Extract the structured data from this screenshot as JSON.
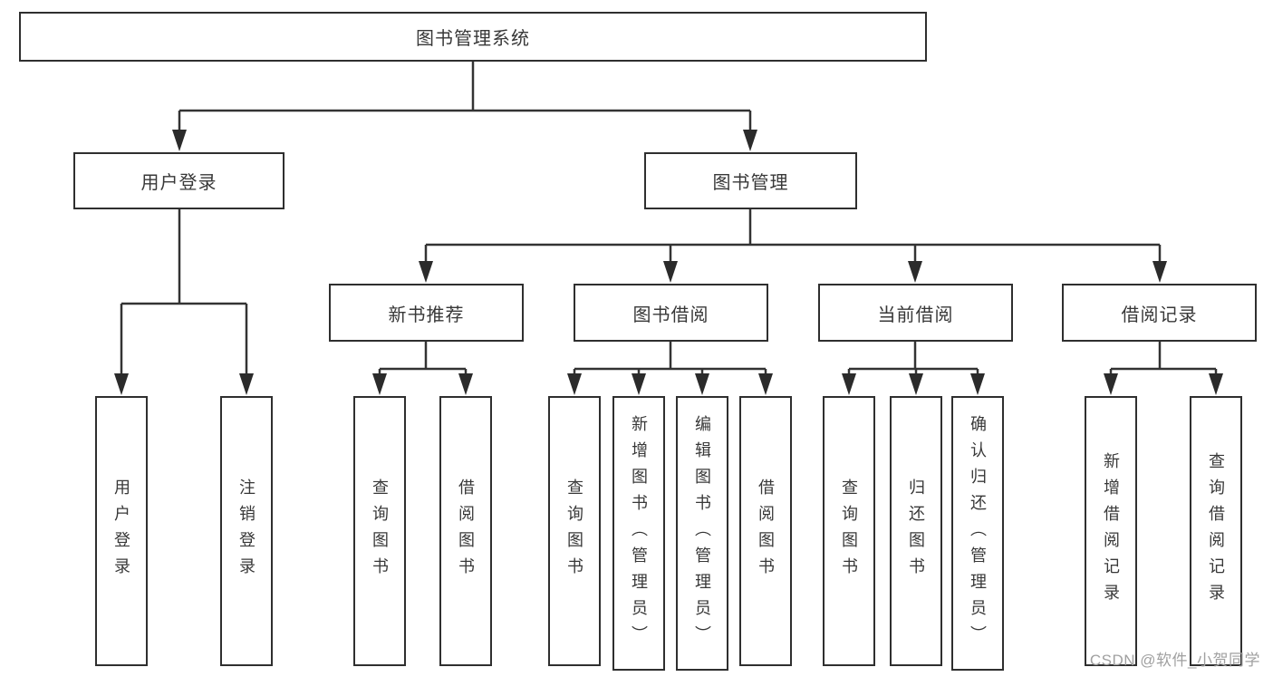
{
  "tree": {
    "root": "图书管理系统",
    "branches": [
      {
        "label": "用户登录",
        "children": [
          {
            "label": "用户登录"
          },
          {
            "label": "注销登录"
          }
        ]
      },
      {
        "label": "图书管理",
        "sections": [
          {
            "label": "新书推荐",
            "children": [
              {
                "label": "查询图书"
              },
              {
                "label": "借阅图书"
              }
            ]
          },
          {
            "label": "图书借阅",
            "children": [
              {
                "label": "查询图书"
              },
              {
                "label": "新增图书（管理员）"
              },
              {
                "label": "编辑图书（管理员）"
              },
              {
                "label": "借阅图书"
              }
            ]
          },
          {
            "label": "当前借阅",
            "children": [
              {
                "label": "查询图书"
              },
              {
                "label": "归还图书"
              },
              {
                "label": "确认归还（管理员）"
              }
            ]
          },
          {
            "label": "借阅记录",
            "children": [
              {
                "label": "新增借阅记录"
              },
              {
                "label": "查询借阅记录"
              }
            ]
          }
        ]
      }
    ]
  },
  "watermark": {
    "text": "CSDN @软件_小贺同学"
  },
  "colors": {
    "background": "#ffffff",
    "box_border": "#2f2f2f",
    "connector_line": "#333333",
    "arrowhead": "#2b2b2b",
    "text": "#383838",
    "watermark": "#a0a0a0"
  }
}
